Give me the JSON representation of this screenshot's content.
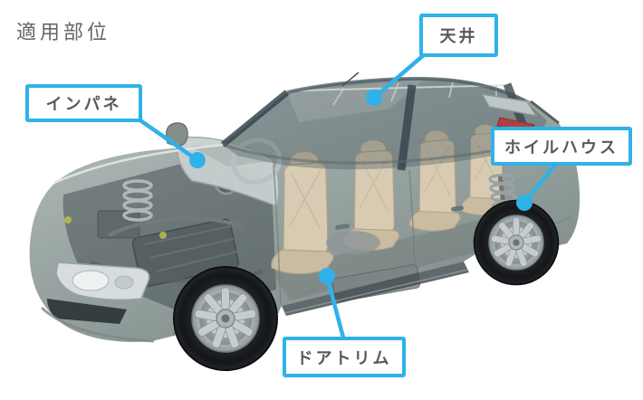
{
  "page": {
    "title": "適用部位"
  },
  "colors": {
    "accent": "#2FB2E9",
    "title-text": "#666666",
    "label-text": "#595959",
    "label-bg": "#FFFFFF"
  },
  "callouts": [
    {
      "text": "天井"
    },
    {
      "text": "インパネ"
    },
    {
      "text": "ホイルハウス"
    },
    {
      "text": "ドアトリム"
    }
  ]
}
